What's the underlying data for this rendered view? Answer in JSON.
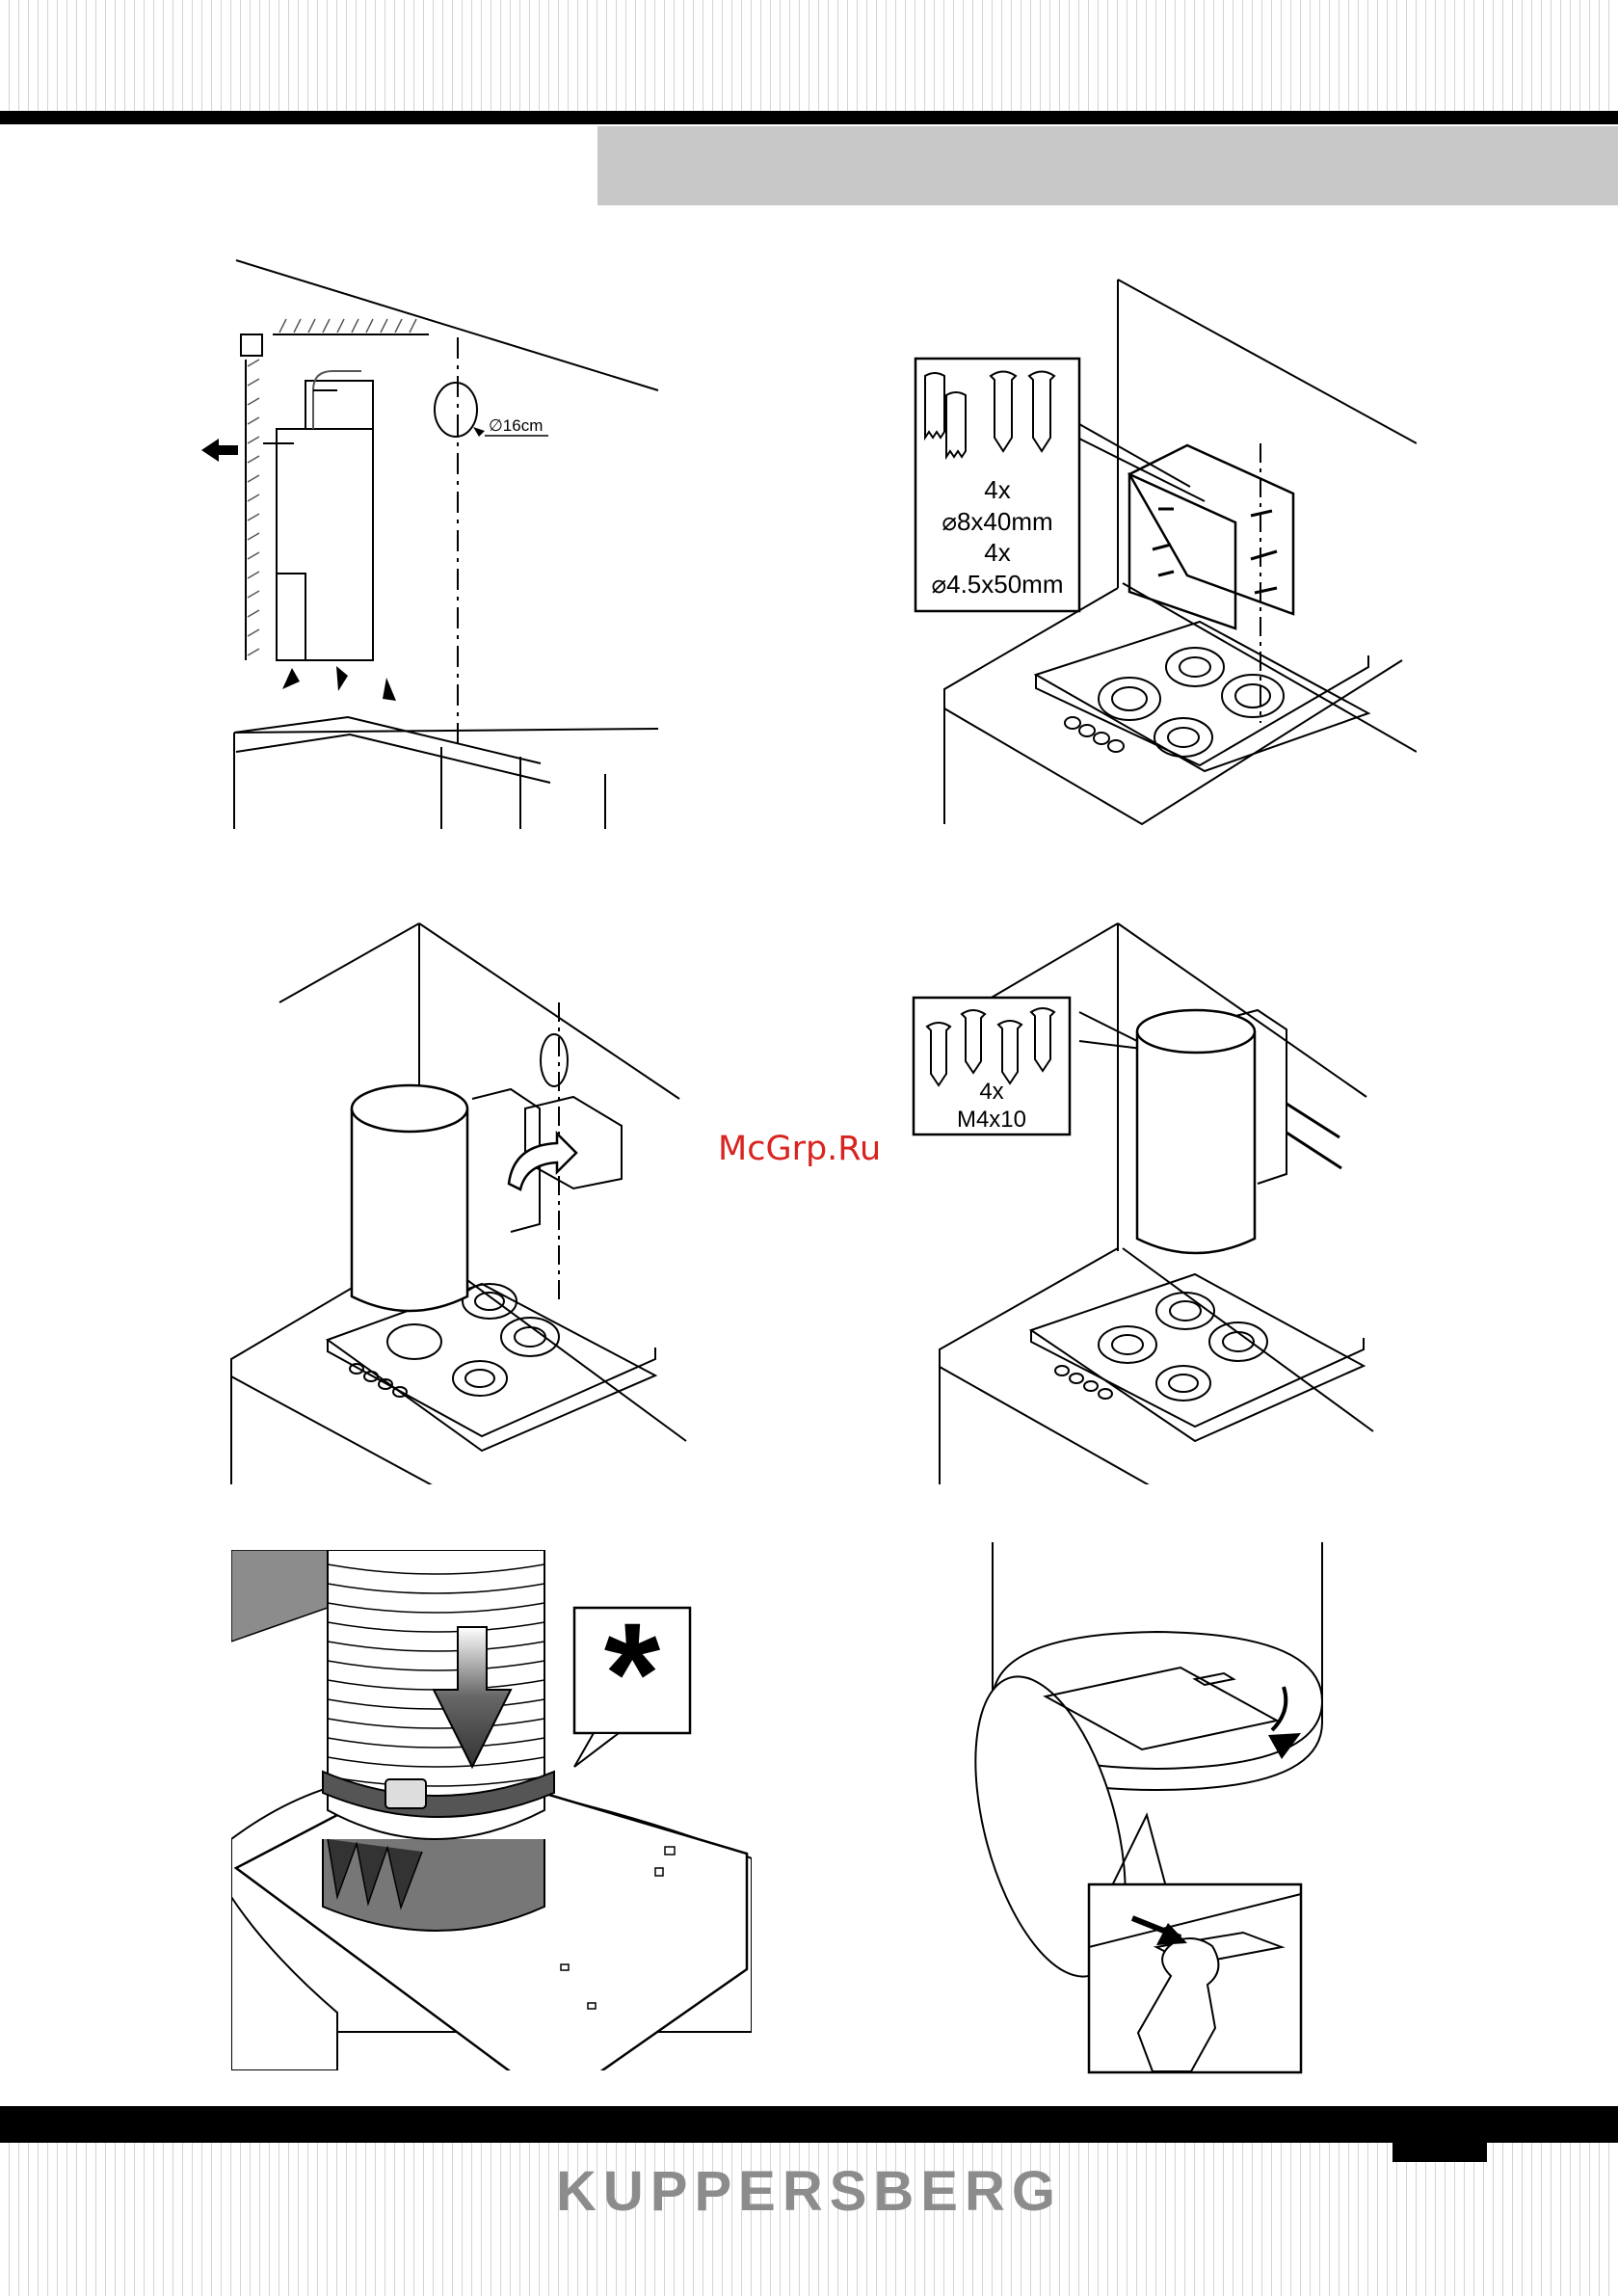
{
  "figure_1": {
    "hole_label": "∅16cm"
  },
  "figure_2": {
    "qty_a": "4x",
    "size_a": "⌀8x40mm",
    "qty_b": "4x",
    "size_b": "⌀4.5x50mm"
  },
  "figure_4": {
    "qty": "4x",
    "size": "M4x10"
  },
  "figure_5": {
    "mark": "*"
  },
  "watermark": "McGrp.Ru",
  "footer": {
    "brand": "KUPPERSBERG"
  }
}
